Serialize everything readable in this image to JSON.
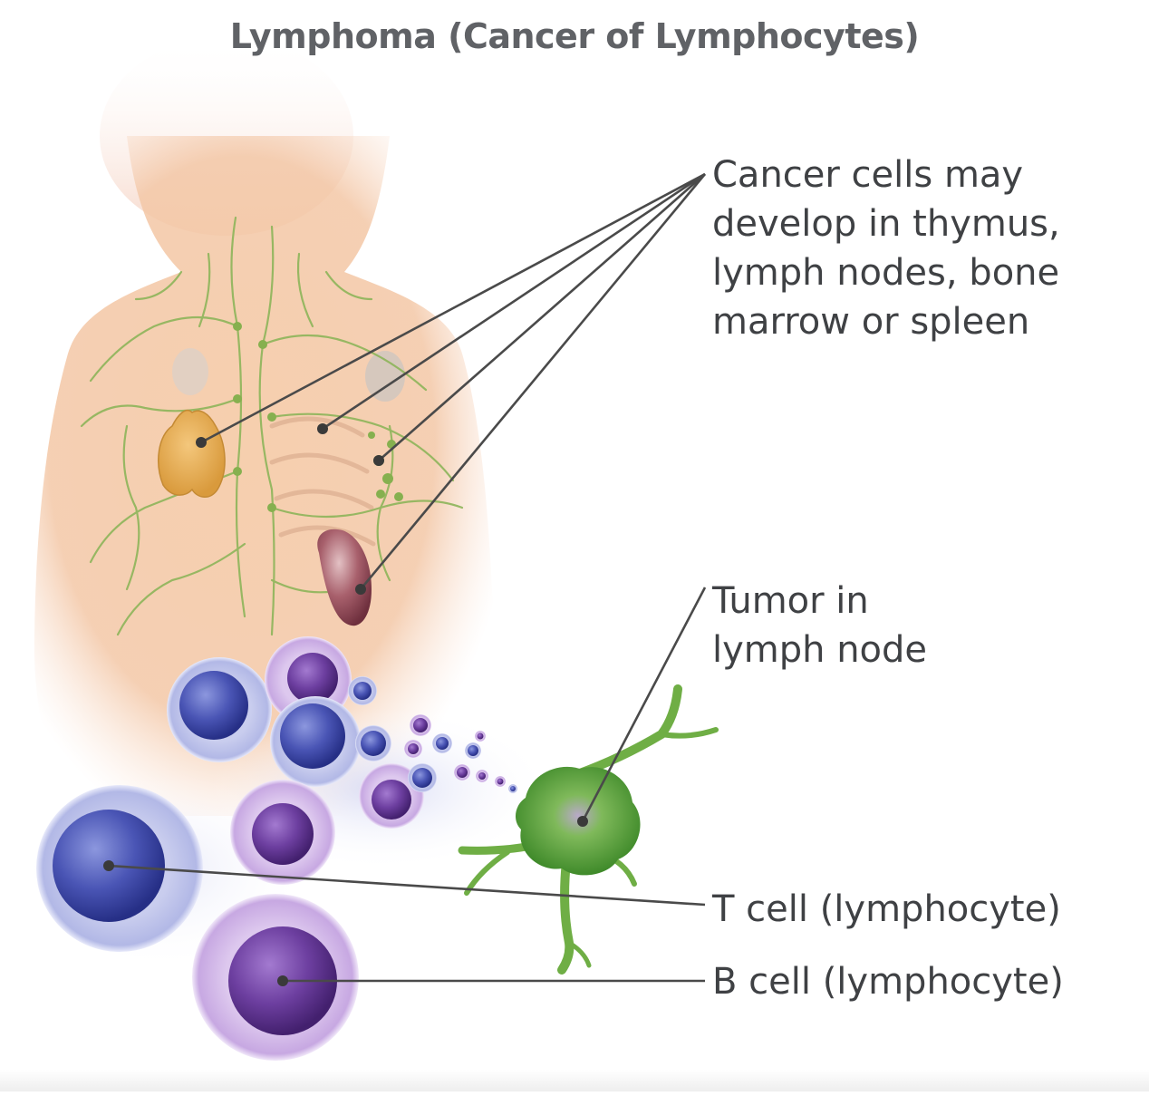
{
  "title": "Lymphoma (Cancer of Lymphocytes)",
  "labels": {
    "cancer_cells": [
      "Cancer cells may",
      "develop in thymus,",
      "lymph nodes, bone",
      "marrow or spleen"
    ],
    "tumor": [
      "Tumor in",
      "lymph node"
    ],
    "t_cell": "T cell (lymphocyte)",
    "b_cell": "B cell (lymphocyte)"
  },
  "colors": {
    "title": "#606266",
    "label_text": "#3f4144",
    "leader_line": "#4a4a4a",
    "skin": "#f2c4a0",
    "lymph_vessels": "#8db55a",
    "thymus": "#e3a848",
    "spleen": "#9a4f5e",
    "t_cell": "#4752b0",
    "b_cell": "#7a4aa6",
    "tumor": "#5ea33a"
  }
}
